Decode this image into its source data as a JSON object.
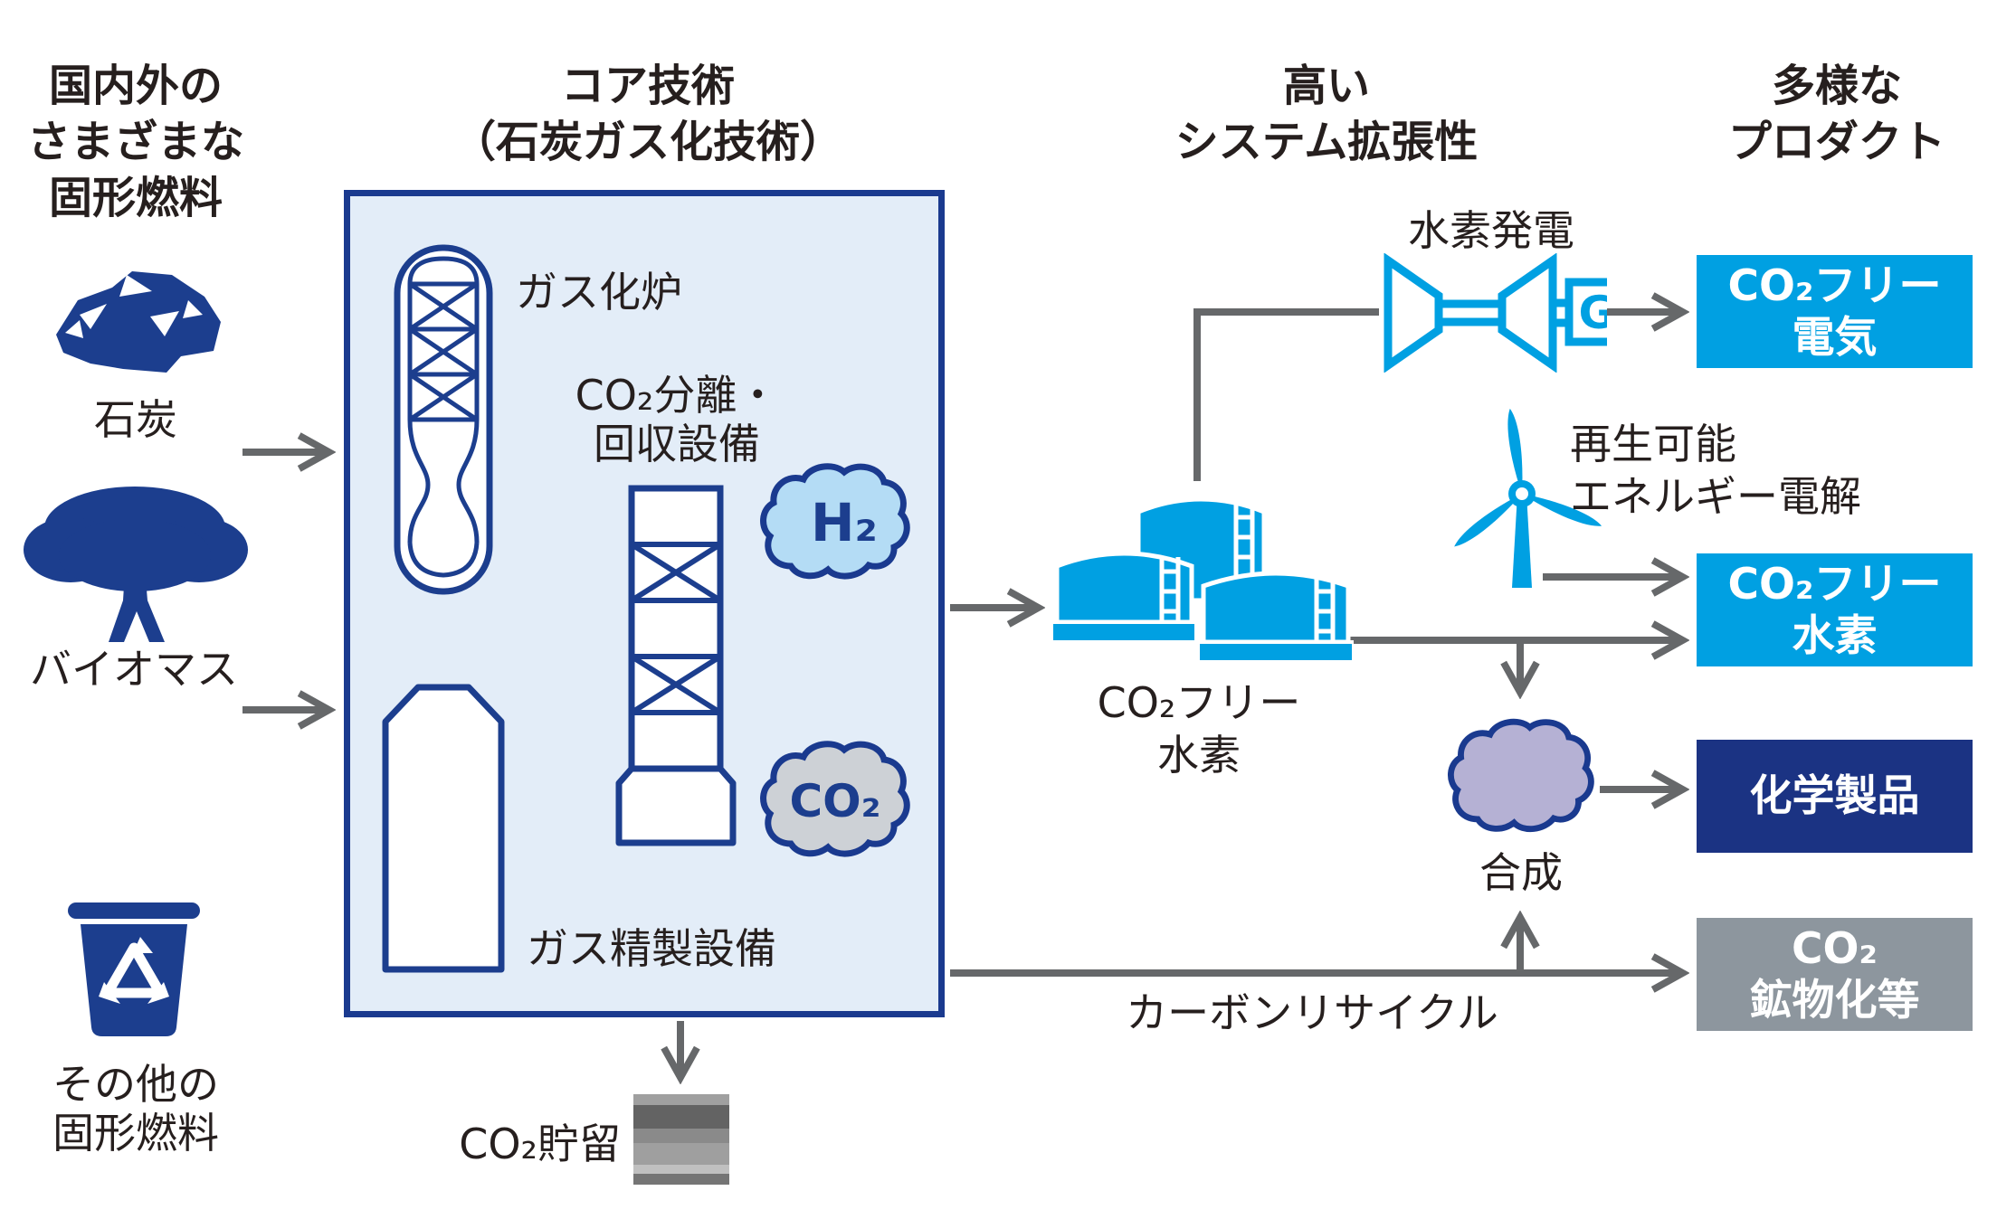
{
  "headers": {
    "inputs": {
      "lines": [
        "国内外の",
        "さまざまな",
        "固形燃料"
      ]
    },
    "core": {
      "lines": [
        "コア技術",
        "（石炭ガス化技術）"
      ]
    },
    "system": {
      "lines": [
        "高い",
        "システム拡張性"
      ]
    },
    "products": {
      "lines": [
        "多様な",
        "プロダクト"
      ]
    }
  },
  "inputs": {
    "coal_label": "石炭",
    "biomass_label": "バイオマス",
    "other_label": {
      "lines": [
        "その他の",
        "固形燃料"
      ]
    }
  },
  "core": {
    "gasifier_label": "ガス化炉",
    "separation_label": {
      "lines": [
        "CO₂分離・",
        "回収設備"
      ]
    },
    "refining_label": "ガス精製設備",
    "h2_cloud_text": "H₂",
    "co2_cloud_text": "CO₂"
  },
  "storage_label": "CO₂貯留",
  "hydrogen": {
    "tank_label": {
      "lines": [
        "CO₂フリー",
        "水素"
      ]
    },
    "power_label": "水素発電",
    "generator": "G",
    "renewable_label": {
      "lines": [
        "再生可能",
        "エネルギー電解"
      ]
    },
    "synthesis_label": "合成",
    "recycle_label": "カーボンリサイクル"
  },
  "products": [
    {
      "id": "electricity",
      "lines": [
        "CO₂フリー",
        "電気"
      ],
      "bg": "#00a0e2"
    },
    {
      "id": "hydrogen",
      "lines": [
        "CO₂フリー",
        "水素"
      ],
      "bg": "#00a0e2"
    },
    {
      "id": "chemicals",
      "lines": [
        "化学製品"
      ],
      "bg": "#1b3383"
    },
    {
      "id": "mineralization",
      "lines": [
        "CO₂",
        "鉱物化等"
      ],
      "bg": "#8d969e"
    }
  ],
  "colors": {
    "accent_cyan": "#00a0e2",
    "icon_navy": "#1c3e8e",
    "box_border_navy": "#1a3a8f",
    "core_fill": "#e3edf8",
    "connector_gray": "#66686a",
    "text": "#261f1e",
    "h2_cloud_fill": "#b4dcf5",
    "co2_cloud_fill": "#cdd1d6",
    "synthesis_cloud_fill": "#b5b1d4",
    "storage_stripe_colors": [
      "#a0a0a0",
      "#636363",
      "#8a8a8a",
      "#9f9f9f",
      "#c0c0c0",
      "#757575"
    ]
  }
}
